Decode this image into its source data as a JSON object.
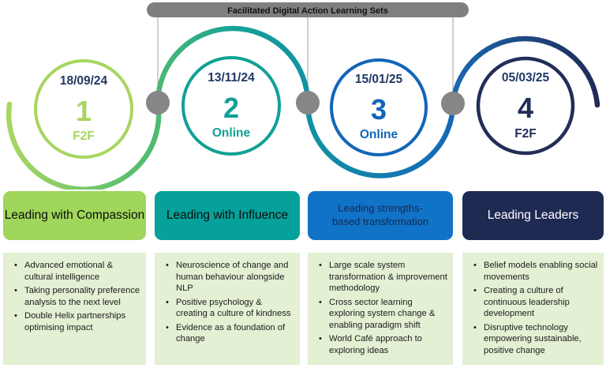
{
  "banner": {
    "label": "Facilitated Digital Action Learning Sets",
    "bg": "#7f7f7f"
  },
  "sessions": [
    {
      "date": "18/09/24",
      "number": "1",
      "mode": "F2F",
      "accent": "#a6d65e",
      "header": {
        "label": "Leading with Compassion",
        "bg": "#9fd65b",
        "text_color": "#0c0c0c"
      },
      "bullets": [
        "Advanced emotional & cultural intelligence",
        "Taking personality preference analysis to the next level",
        "Double Helix partnerships optimising impact"
      ]
    },
    {
      "date": "13/11/24",
      "number": "2",
      "mode": "Online",
      "accent": "#11a096",
      "header": {
        "label": "Leading with Influence",
        "bg": "#06a19a",
        "text_color": "#0c0c0c"
      },
      "bullets": [
        "Neuroscience of change and human behaviour alongside NLP",
        "Positive psychology & creating a culture of kindness",
        "Evidence as a foundation of change"
      ]
    },
    {
      "date": "15/01/25",
      "number": "3",
      "mode": "Online",
      "accent": "#1365b7",
      "header": {
        "label": "Leading strengths-based transformation",
        "bg": "#1173c8",
        "text_color": "#16294e"
      },
      "bullets": [
        "Large scale system transformation & improvement methodology",
        "Cross sector learning exploring system change & enabling paradigm shift",
        "World Café approach to exploring ideas"
      ]
    },
    {
      "date": "05/03/25",
      "number": "4",
      "mode": "F2F",
      "accent": "#222d58",
      "header": {
        "label": "Leading Leaders",
        "bg": "#1f2a53",
        "text_color": "#ffffff"
      },
      "bullets": [
        "Belief models enabling social movements",
        "Creating a culture of continuous leadership development",
        "Disruptive technology empowering sustainable, positive change"
      ]
    }
  ],
  "colors": {
    "connector_dot": "#868686",
    "connector_line": "#b0b0b0",
    "content_bg": "#e3f0d3",
    "curve_green_light": "#a6d763",
    "curve_green": "#4db973",
    "curve_teal": "#16a295",
    "curve_teal_dark": "#0f93a2",
    "curve_blue": "#1567b8",
    "curve_navy": "#1f2b56",
    "date_text": "#1f3864"
  }
}
